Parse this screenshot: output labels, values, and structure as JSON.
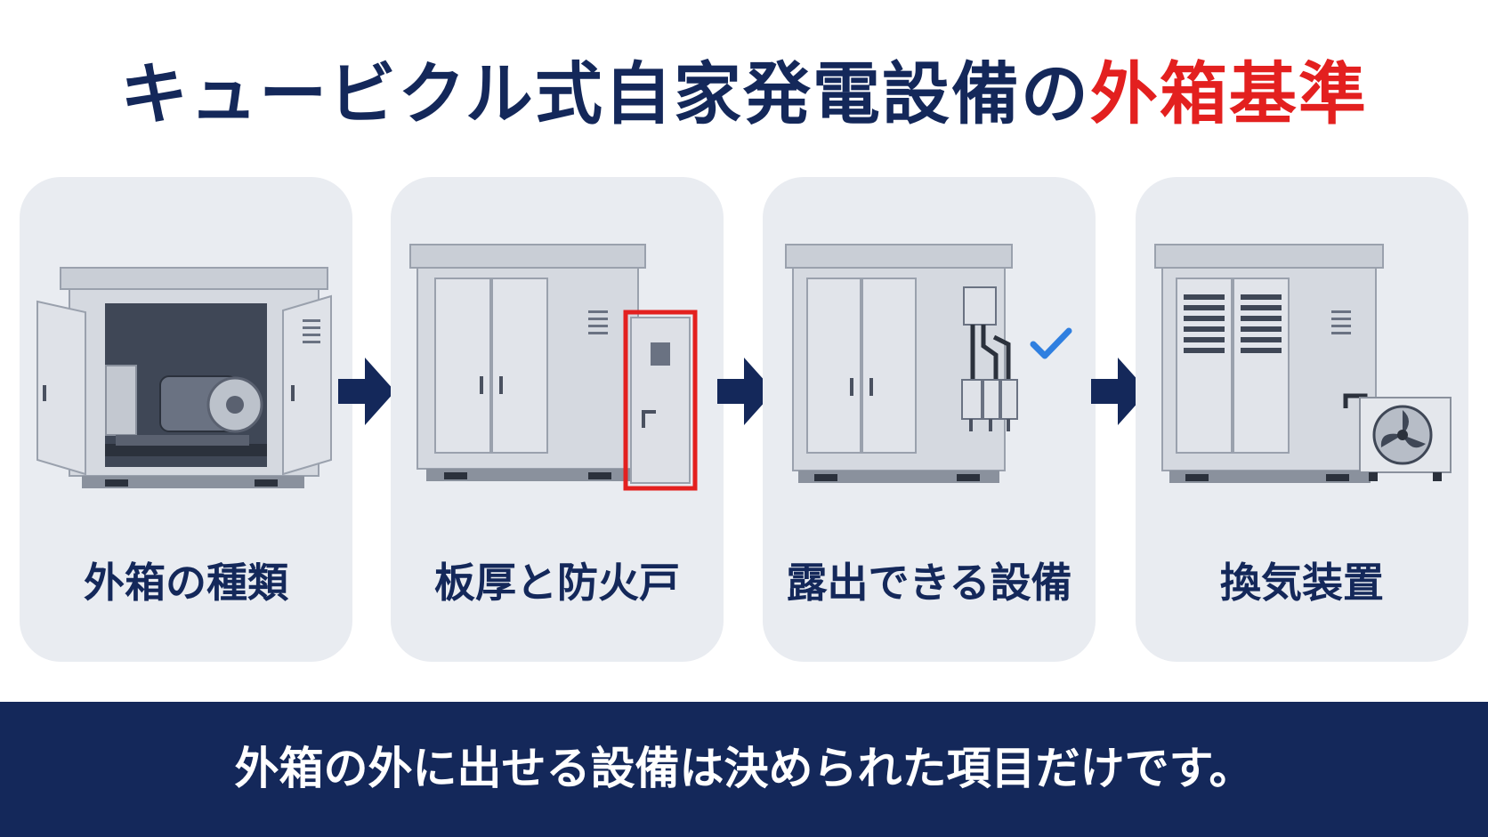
{
  "title": {
    "main": "キュービクル式自家発電設備の",
    "highlight": "外箱基準"
  },
  "cards": [
    {
      "label": "外箱の種類"
    },
    {
      "label": "板厚と防火戸"
    },
    {
      "label": "露出できる設備"
    },
    {
      "label": "換気装置"
    }
  ],
  "footer": {
    "text": "外箱の外に出せる設備は決められた項目だけです。"
  },
  "colors": {
    "navy": "#14285a",
    "red": "#e3201f",
    "card_bg": "#e9ecf1",
    "check_blue": "#2f7fe0"
  }
}
